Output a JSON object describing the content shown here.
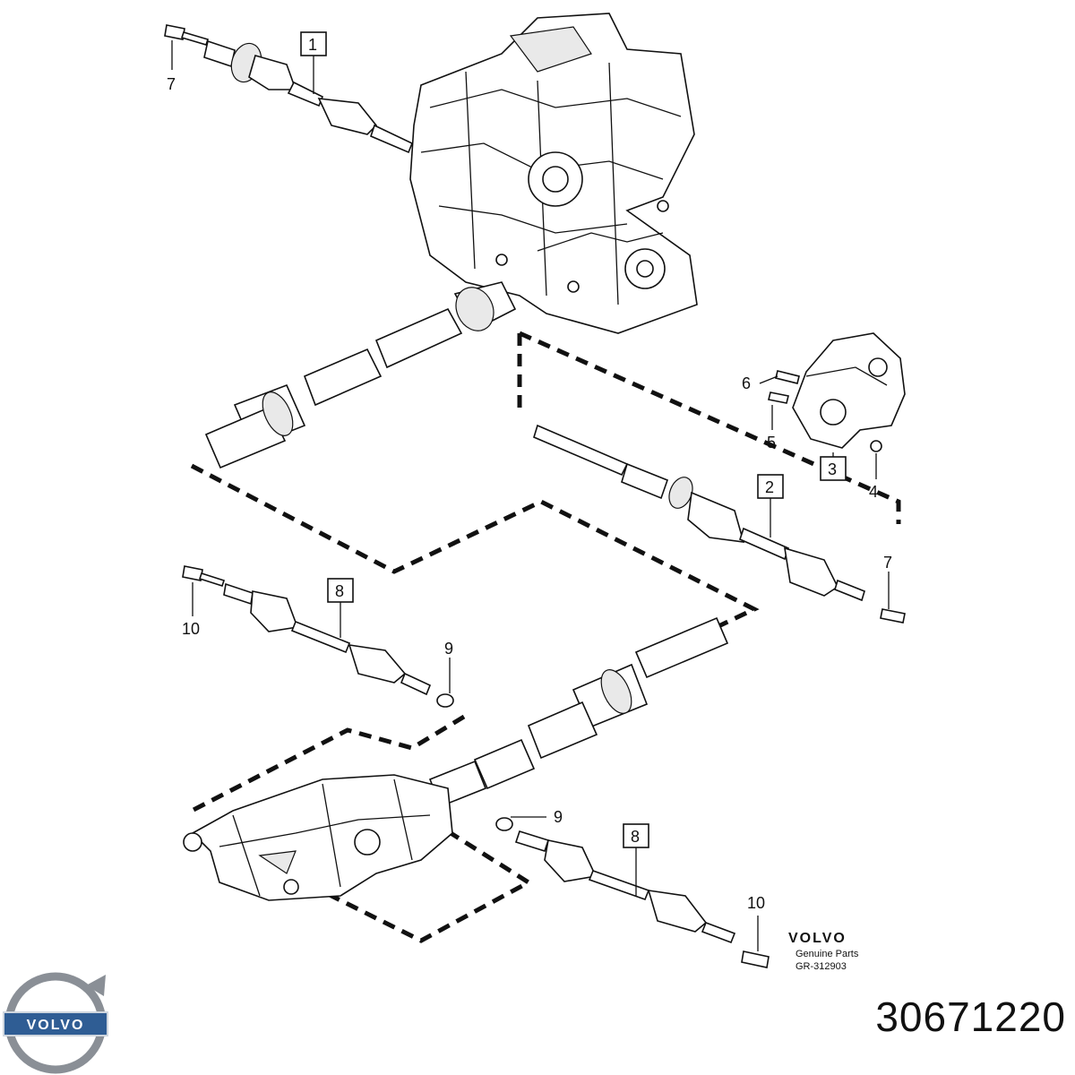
{
  "diagram": {
    "callouts": [
      {
        "id": "c7a",
        "label": "7",
        "boxed": false
      },
      {
        "id": "c1",
        "label": "1",
        "boxed": true
      },
      {
        "id": "c6",
        "label": "6",
        "boxed": false
      },
      {
        "id": "c5",
        "label": "5",
        "boxed": false
      },
      {
        "id": "c3",
        "label": "3",
        "boxed": true
      },
      {
        "id": "c4",
        "label": "4",
        "boxed": false
      },
      {
        "id": "c2",
        "label": "2",
        "boxed": true
      },
      {
        "id": "c7b",
        "label": "7",
        "boxed": false
      },
      {
        "id": "c8a",
        "label": "8",
        "boxed": true
      },
      {
        "id": "c10a",
        "label": "10",
        "boxed": false
      },
      {
        "id": "c9a",
        "label": "9",
        "boxed": false
      },
      {
        "id": "c9b",
        "label": "9",
        "boxed": false
      },
      {
        "id": "c8b",
        "label": "8",
        "boxed": true
      },
      {
        "id": "c10b",
        "label": "10",
        "boxed": false
      }
    ],
    "brand_block": {
      "brand": "VOLVO",
      "subtitle": "Genuine Parts",
      "reference": "GR-312903"
    }
  },
  "logo": {
    "wordmark": "VOLVO"
  },
  "part_number": "30671220"
}
